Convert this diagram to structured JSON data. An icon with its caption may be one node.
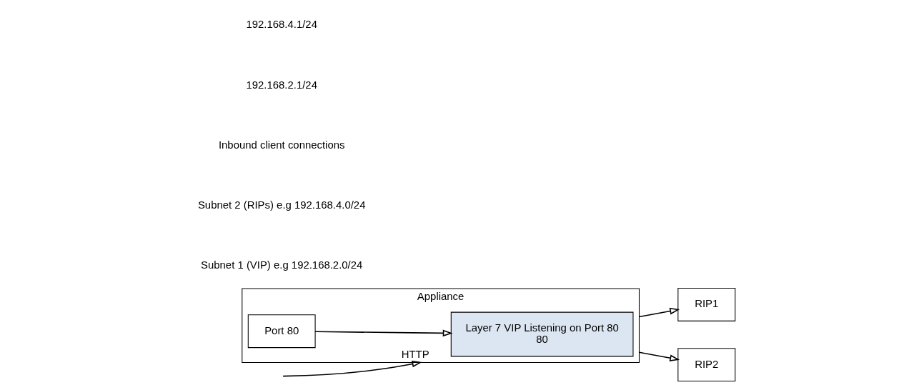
{
  "diagram": {
    "nodes": [
      {
        "text": [
          "Appliance"
        ]
      },
      {
        "text": [
          "Port 80"
        ],
        "in": 0
      },
      {
        "text": [
          "Layer 7 VIP Listening on Port 80",
          "80"
        ],
        "in": 0
      },
      {
        "text": [
          "RIP1"
        ]
      },
      {
        "text": [
          "RIP2"
        ]
      }
    ],
    "edges": [
      {
        "from": null,
        "to": 0,
        "arrow": "to",
        "label": "HTTP"
      },
      {
        "from": 1,
        "to": 2,
        "arrow": "to"
      },
      {
        "from": 0,
        "to": 3,
        "arrow": "to"
      },
      {
        "from": 0,
        "to": 4,
        "arrow": "to"
      }
    ],
    "labels": [
      "Subnet 1 (VIP) e.g 192.168.2.0/24",
      "Subnet 2 (RIPs) e.g 192.168.4.0/24",
      "Inbound client connections",
      "192.168.2.1/24",
      "192.168.4.1/24"
    ]
  }
}
